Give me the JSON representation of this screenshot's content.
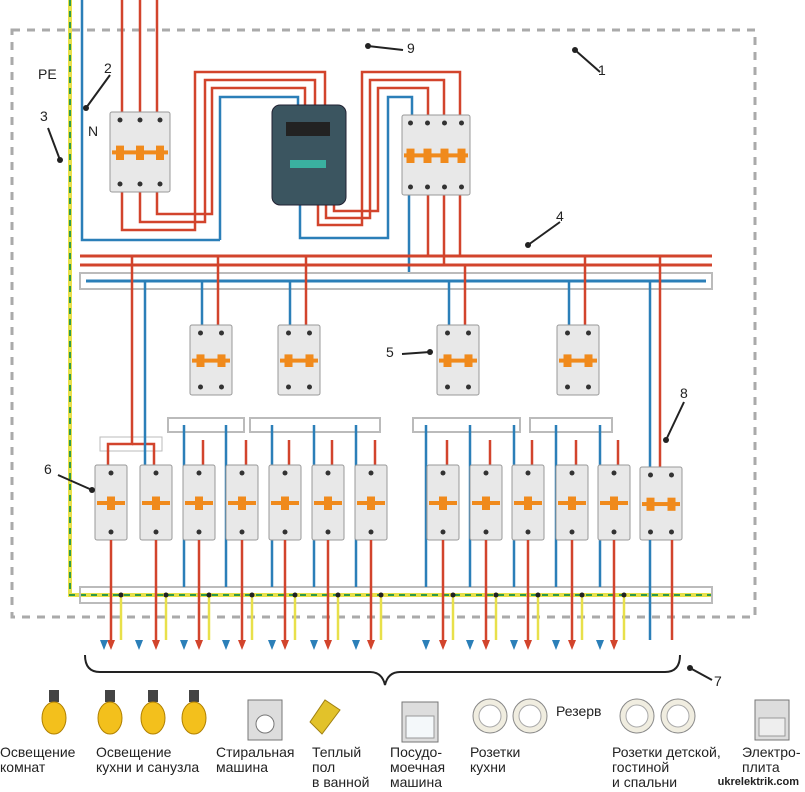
{
  "labels": {
    "pe": "PE",
    "n": "N",
    "n1": "1",
    "n2": "2",
    "n3": "3",
    "n4": "4",
    "n5": "5",
    "n6": "6",
    "n7": "7",
    "n8": "8",
    "n9": "9"
  },
  "consumers": [
    {
      "label": "Освещение\nкомнат",
      "icon": "light-bulb"
    },
    {
      "label": "Освещение\nкухни и санузла",
      "icon": "light-bulb"
    },
    {
      "label": "Стиральная\nмашина",
      "icon": "washing-machine"
    },
    {
      "label": "Теплый\nпол\nв ванной",
      "icon": "floor-heating"
    },
    {
      "label": "Посудо-\nмоечная\nмашина",
      "icon": "dishwasher"
    },
    {
      "label": "Розетки\nкухни",
      "icon": "socket"
    },
    {
      "label": "Резерв",
      "icon": ""
    },
    {
      "label": "Розетки детской,\nгостиной\nи спальни",
      "icon": "socket"
    },
    {
      "label": "Электро-\nплита",
      "icon": "electric-stove"
    }
  ],
  "watermark": "ukrelektrik.com",
  "colors": {
    "phase": "#d2442c",
    "neutral": "#2b7fb8",
    "pe_yellow": "#e8e04a",
    "pe_green": "#2e9a4a",
    "breaker_handle": "#f08a1c",
    "enclosure": "#999999"
  }
}
